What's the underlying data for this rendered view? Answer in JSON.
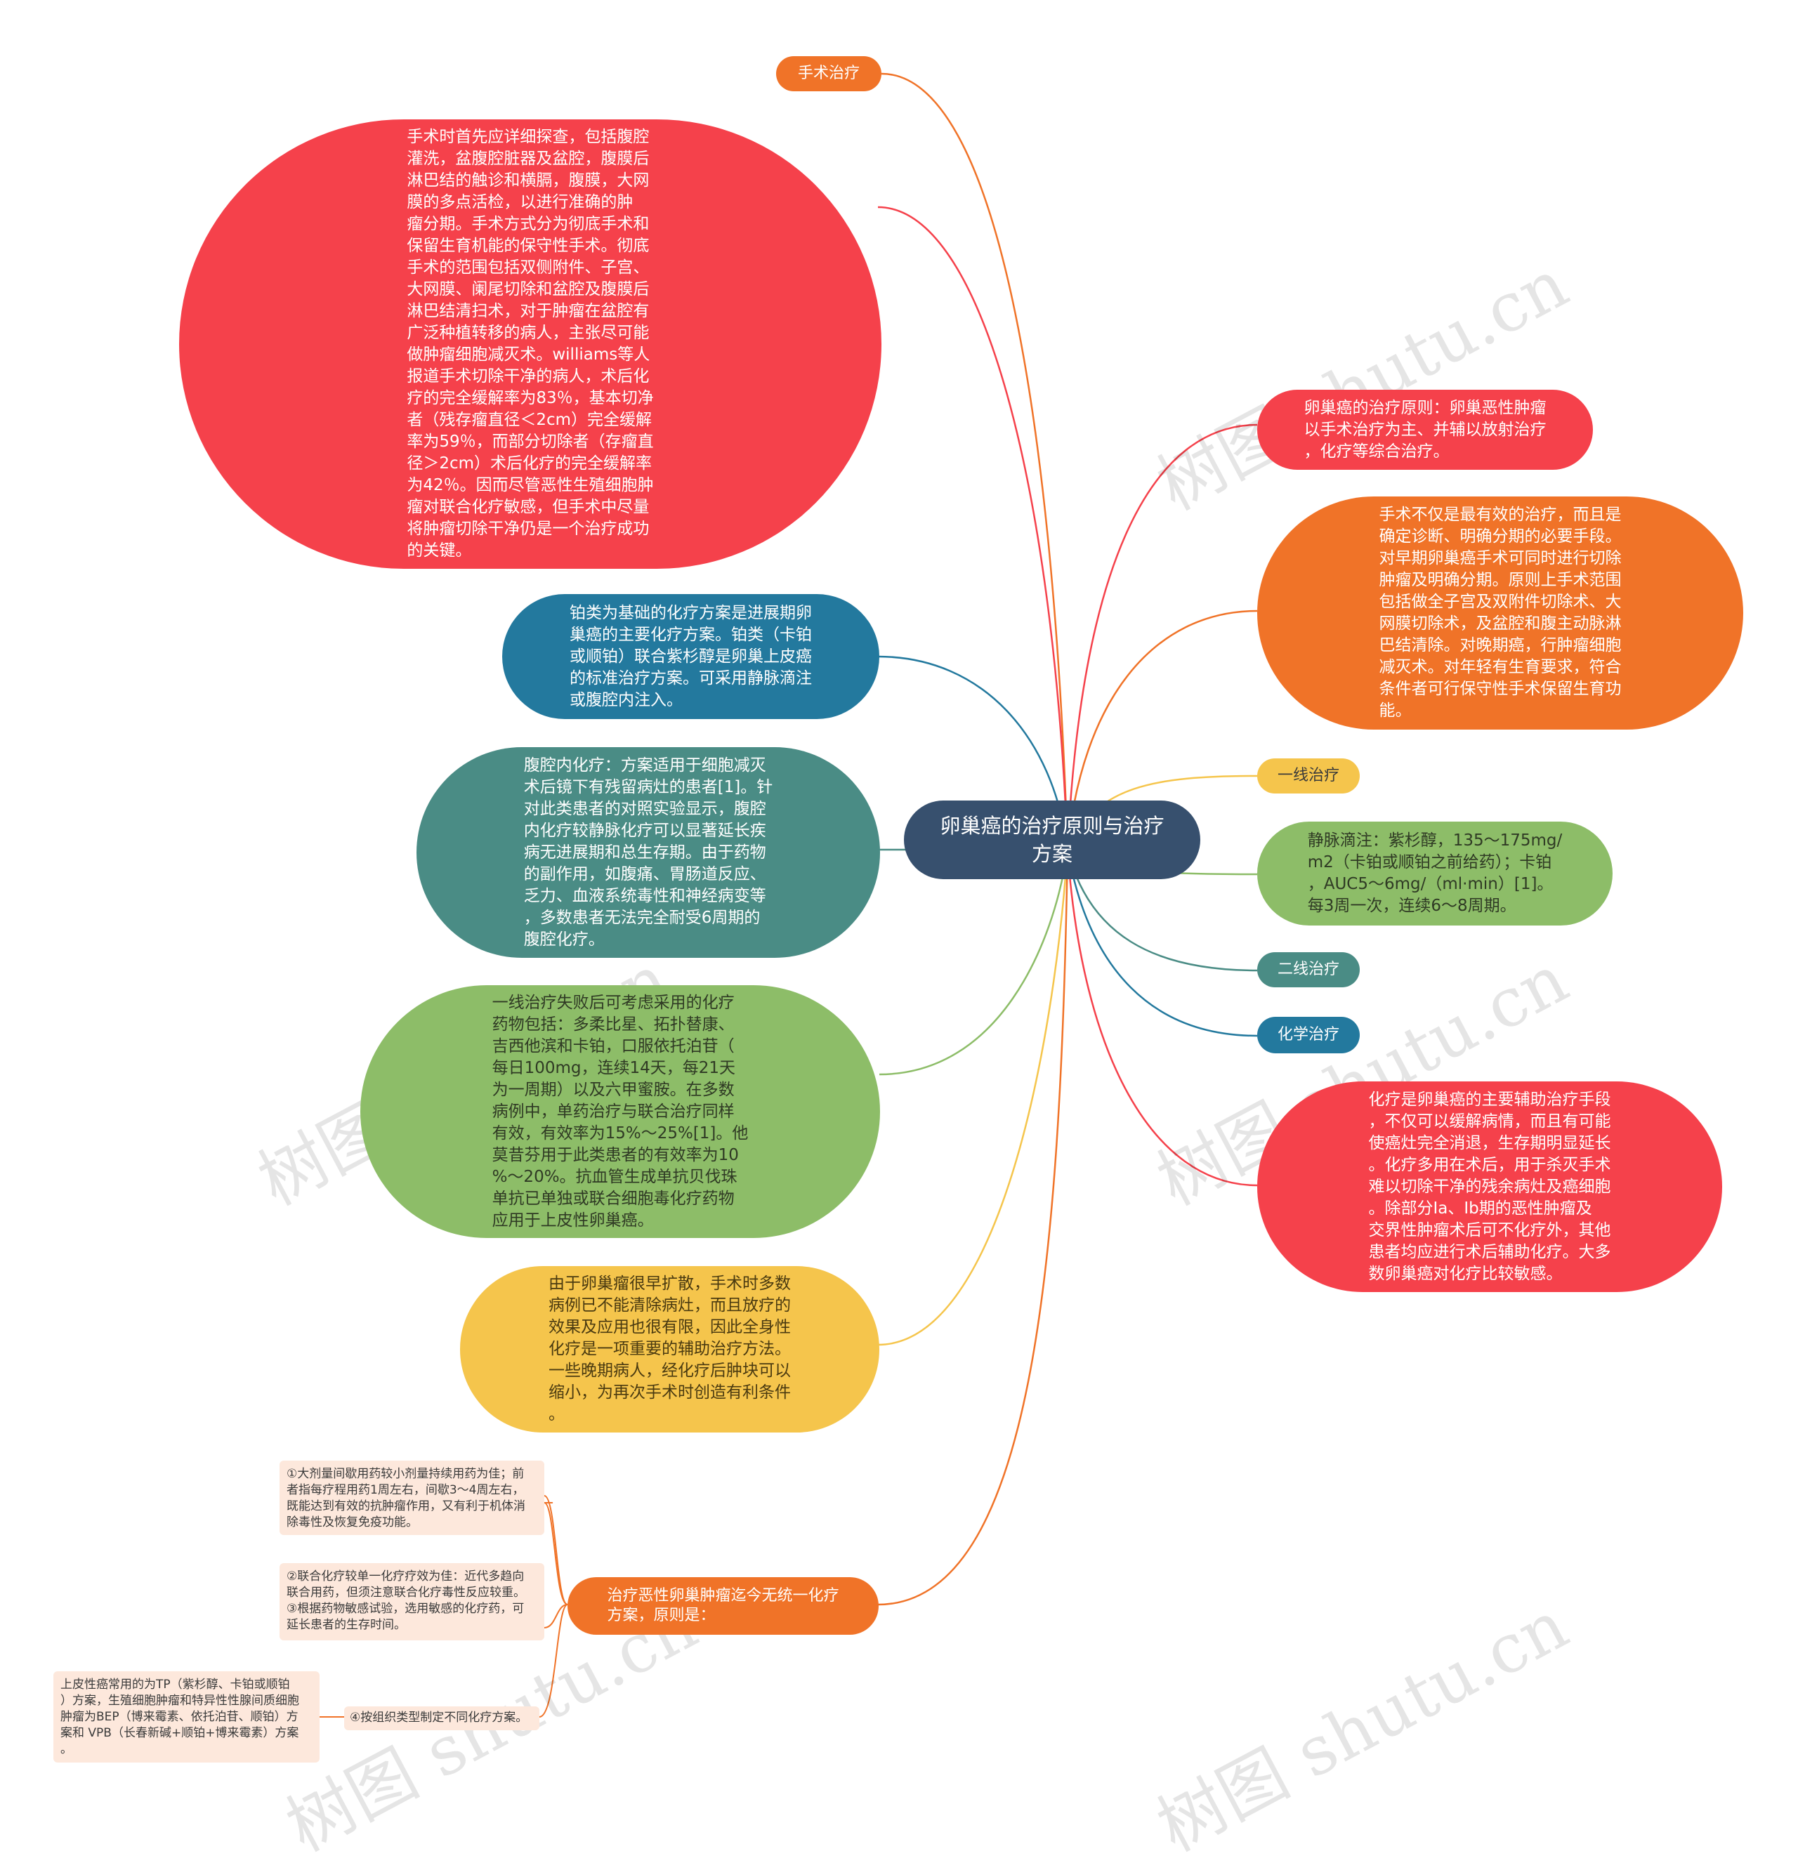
{
  "colors": {
    "red": "#f5414b",
    "orange": "#f07328",
    "blue": "#23799e",
    "teal": "#4a8c85",
    "green": "#8dbd68",
    "yellow": "#f5c54c",
    "navy": "#37506e",
    "note_bg": "#fde8dc"
  },
  "central": {
    "text": "卵巢癌的治疗原则与治疗\n方案"
  },
  "left": {
    "surgery_detail": "手术时首先应详细探查，包括腹腔\n灌洗，盆腹腔脏器及盆腔，腹膜后\n淋巴结的触诊和横膈，腹膜，大网\n膜的多点活检，以进行准确的肿\n瘤分期。手术方式分为彻底手术和\n保留生育机能的保守性手术。彻底\n手术的范围包括双侧附件、子宫、\n大网膜、阑尾切除和盆腔及腹膜后\n淋巴结清扫术，对于肿瘤在盆腔有\n广泛种植转移的病人，主张尽可能\n做肿瘤细胞减灭术。williams等人\n报道手术切除干净的病人，术后化\n疗的完全缓解率为83％，基本切净\n者（残存瘤直径＜2cm）完全缓解\n率为59％，而部分切除者（存瘤直\n径＞2cm）术后化疗的完全缓解率\n为42％。因而尽管恶性生殖细胞肿\n瘤对联合化疗敏感，但手术中尽量\n将肿瘤切除干净仍是一个治疗成功\n的关键。",
    "platinum": "铂类为基础的化疗方案是进展期卵\n巢癌的主要化疗方案。铂类（卡铂\n或顺铂）联合紫杉醇是卵巢上皮癌\n的标准治疗方案。可采用静脉滴注\n或腹腔内注入。",
    "intraperitoneal": "腹腔内化疗：方案适用于细胞减灭\n术后镜下有残留病灶的患者[1]。针\n对此类患者的对照实验显示，腹腔\n内化疗较静脉化疗可以显著延长疾\n病无进展期和总生存期。由于药物\n的副作用，如腹痛、胃肠道反应、\n乏力、血液系统毒性和神经病变等\n，多数患者无法完全耐受6周期的\n腹腔化疗。",
    "second_line_detail": "一线治疗失败后可考虑采用的化疗\n药物包括：多柔比星、拓扑替康、\n吉西他滨和卡铂，口服依托泊苷（\n每日100mg，连续14天，每21天\n为一周期）以及六甲蜜胺。在多数\n病例中，单药治疗与联合治疗同样\n有效，有效率为15%～25%[1]。他\n莫昔芬用于此类患者的有效率为10\n%～20%。抗血管生成单抗贝伐珠\n单抗已单独或联合细胞毒化疗药物\n应用于上皮性卵巢癌。",
    "systemic_chemo": "由于卵巢瘤很早扩散，手术时多数\n病例已不能清除病灶，而且放疗的\n效果及应用也很有限，因此全身性\n化疗是一项重要的辅助治疗方法。\n一些晚期病人，经化疗后肿块可以\n缩小，为再次手术时创造有利条件\n。",
    "no_unified": "治疗恶性卵巢肿瘤迄今无统一化疗\n方案，原则是："
  },
  "right": {
    "surgery_label": "手术治疗",
    "principle": "卵巢癌的治疗原则：卵巢恶性肿瘤\n以手术治疗为主、并辅以放射治疗\n，化疗等综合治疗。",
    "surgery_effective": "手术不仅是最有效的治疗，而且是\n确定诊断、明确分期的必要手段。\n对早期卵巢癌手术可同时进行切除\n肿瘤及明确分期。原则上手术范围\n包括做全子宫及双附件切除术、大\n网膜切除术，及盆腔和腹主动脉淋\n巴结清除。对晚期癌，行肿瘤细胞\n减灭术。对年轻有生育要求，符合\n条件者可行保守性手术保留生育功\n能。",
    "first_line_label": "一线治疗",
    "iv_infusion": "静脉滴注：紫杉醇，135～175mg/\nm2（卡铂或顺铂之前给药）；卡铂\n，AUC5～6mg/（ml·min）[1]。\n每3周一次，连续6～8周期。",
    "second_line_label": "二线治疗",
    "chemo_label": "化学治疗",
    "chemo_aux": "化疗是卵巢癌的主要辅助治疗手段\n，不仅可以缓解病情，而且有可能\n使癌灶完全消退，生存期明显延长\n。化疗多用在术后，用于杀灭手术\n难以切除干净的残余病灶及癌细胞\n。除部分Ⅰa、Ⅰb期的恶性肿瘤及\n交界性肿瘤术后可不化疗外，其他\n患者均应进行术后辅助化疗。大多\n数卵巢癌对化疗比较敏感。"
  },
  "notes": {
    "note1": "①大剂量间歇用药较小剂量持续用药为佳；前\n者指每疗程用药1周左右，间歇3～4周左右，\n既能达到有效的抗肿瘤作用，又有利于机体消\n除毒性及恢复免疫功能。",
    "note2": "②联合化疗较单一化疗疗效为佳：近代多趋向\n联合用药，但须注意联合化疗毒性反应较重。\n③根据药物敏感试验，选用敏感的化疗药，可\n延长患者的生存时间。",
    "note4": "④按组织类型制定不同化疗方案。",
    "note_detail": "上皮性癌常用的为TP（紫杉醇、卡铂或顺铂\n）方案，生殖细胞肿瘤和特异性性腺间质细胞\n肿瘤为BEP（博来霉素、依托泊苷、顺铂）方\n案和 VPB（长春新碱+顺铂+博来霉素）方案\n。"
  },
  "watermark": "树图 shutu.cn"
}
